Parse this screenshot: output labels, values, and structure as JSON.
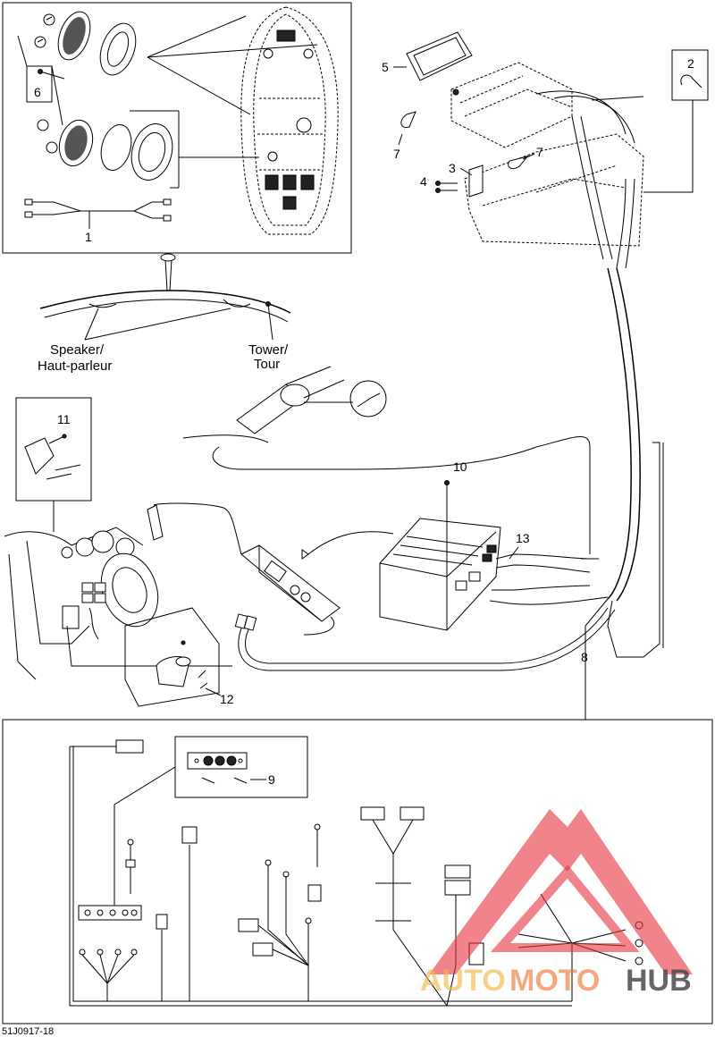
{
  "callouts": {
    "c1": "1",
    "c2": "2",
    "c3": "3",
    "c4": "4",
    "c5": "5",
    "c6": "6",
    "c7a": "7",
    "c7b": "7",
    "c8": "8",
    "c9": "9",
    "c10": "10",
    "c11": "11",
    "c12": "12",
    "c13": "13"
  },
  "labels": {
    "speaker_line1": "Speaker/",
    "speaker_line2": "Haut-parleur",
    "tower_line1": "Tower/",
    "tower_line2": "Tour"
  },
  "reference_code": "51J0917-18",
  "watermark": {
    "text_auto": "AUTO",
    "text_moto": "MOTO",
    "text_hub": "HUB",
    "color_triangle": "#e8323c",
    "color_auto": "#f2b84b",
    "color_moto": "#f07a3a",
    "color_hub": "#4a4a4a"
  }
}
